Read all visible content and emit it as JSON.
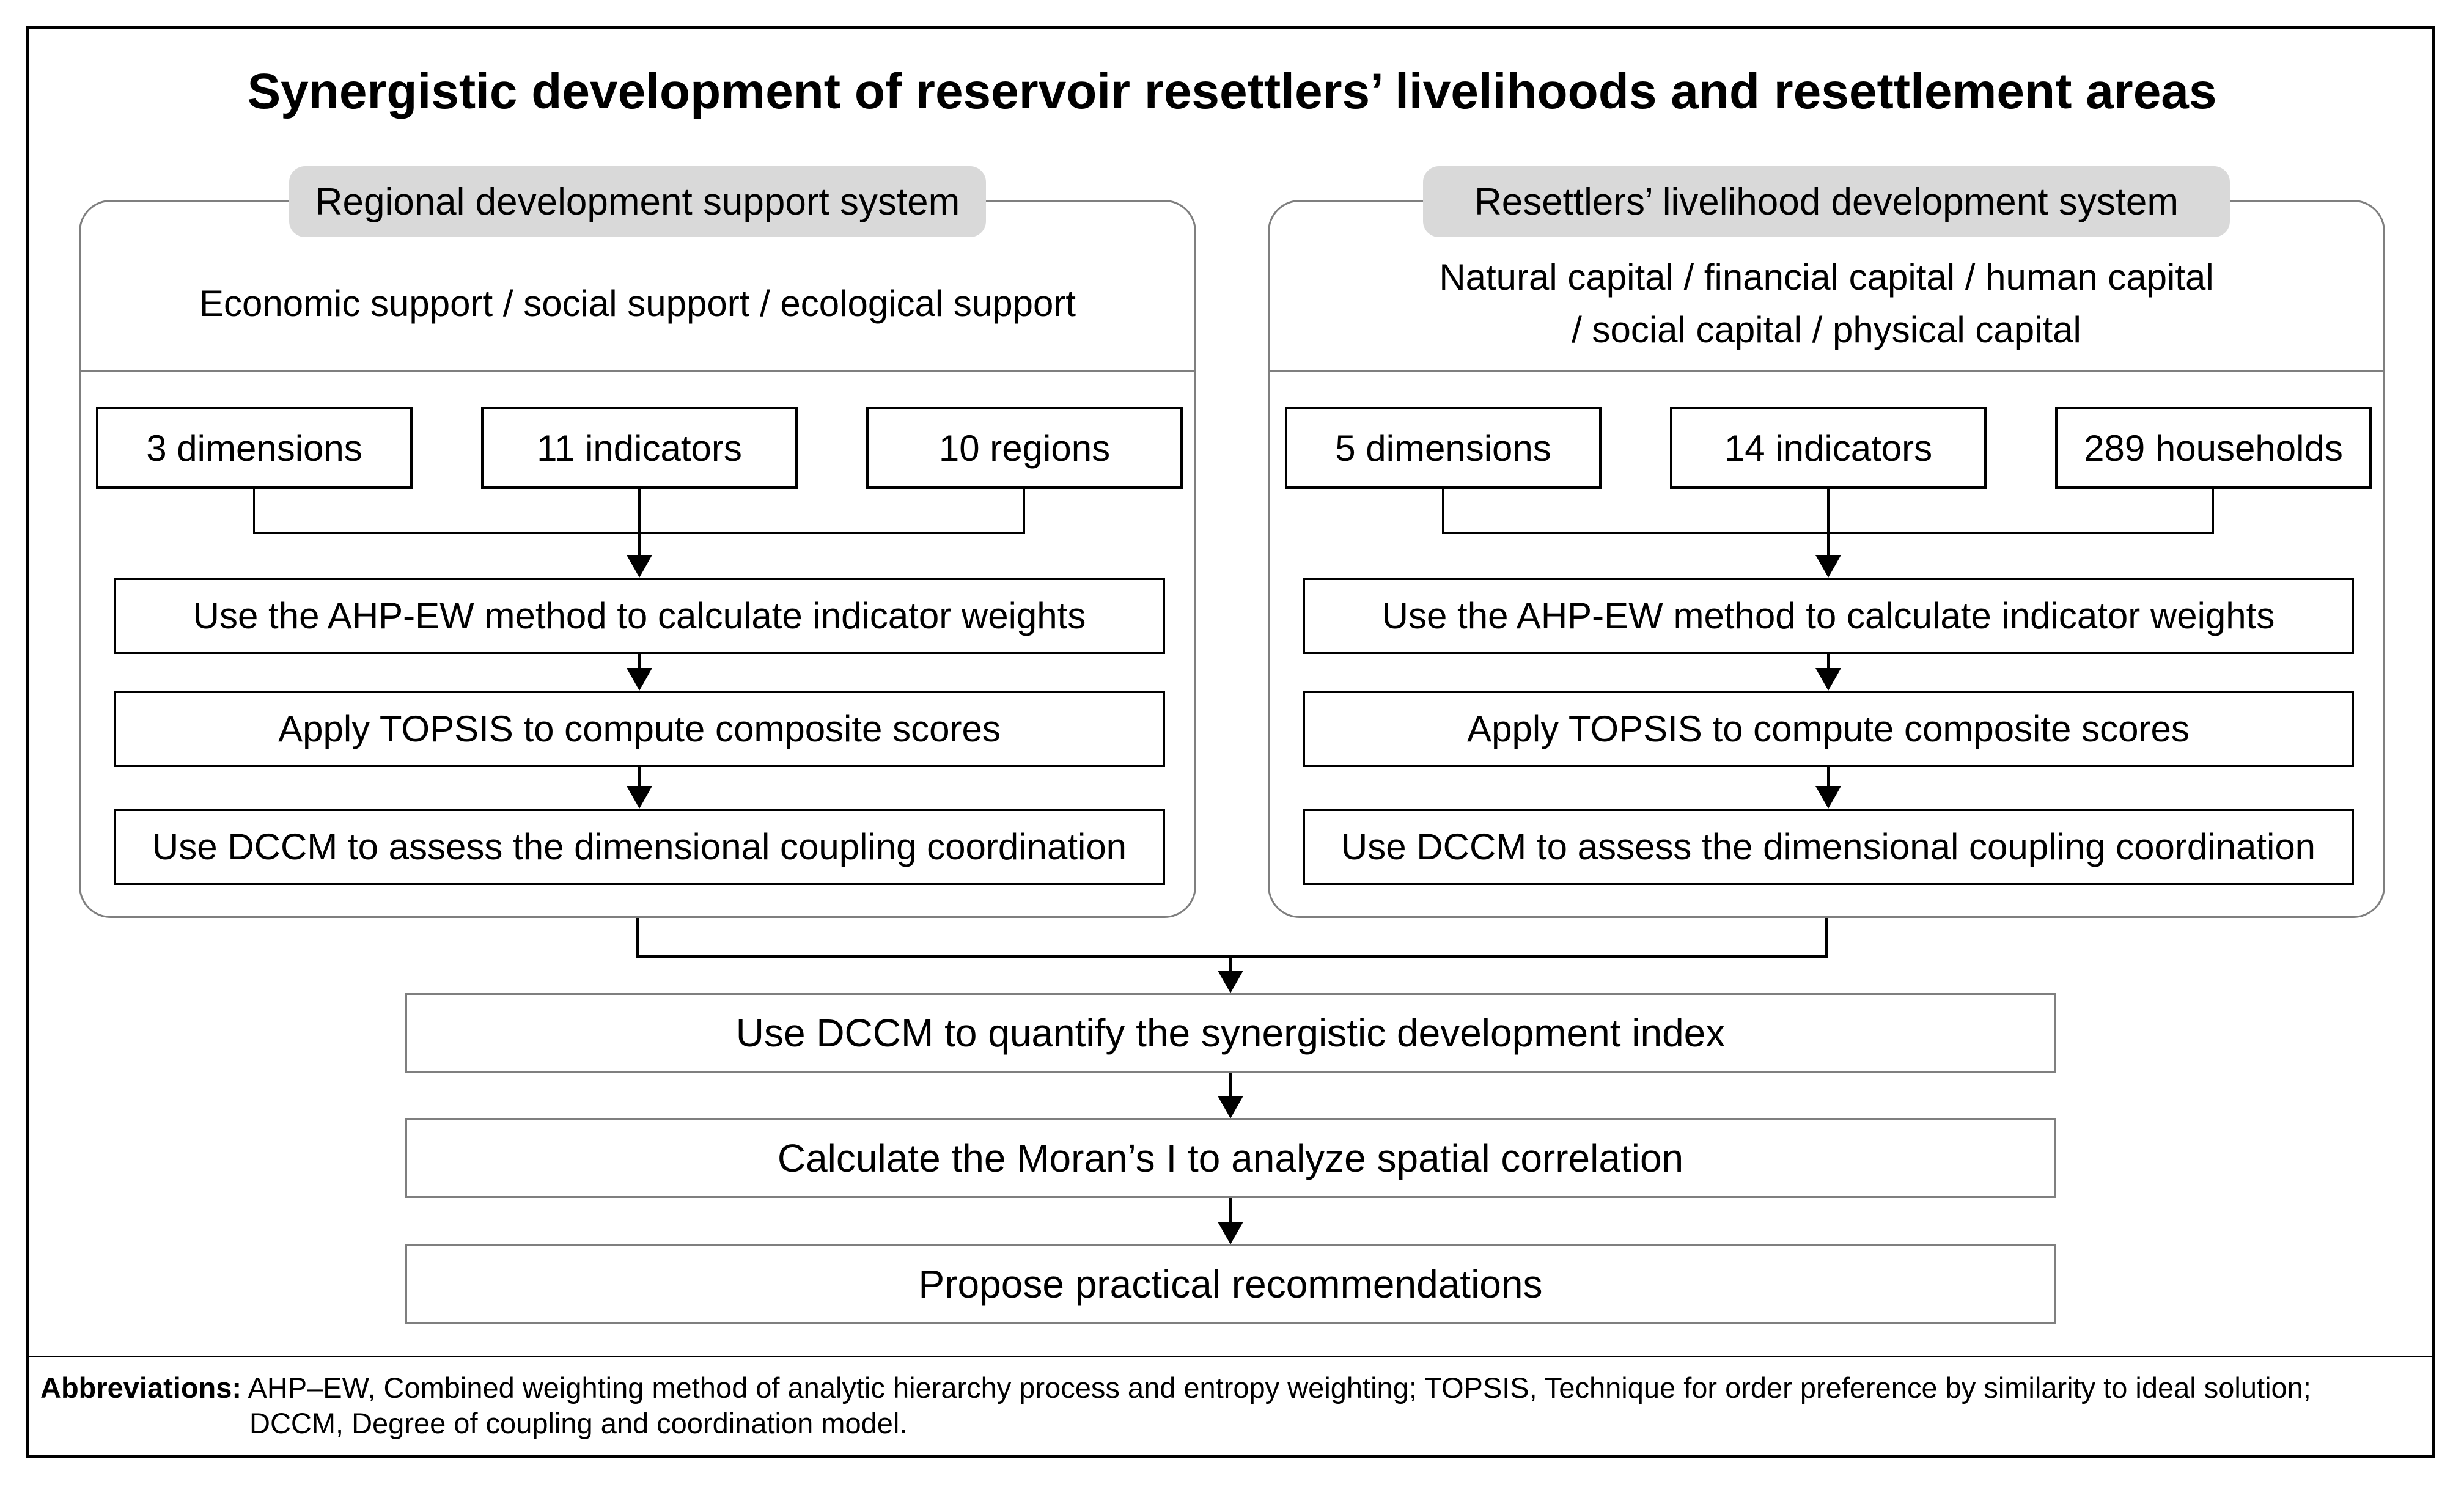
{
  "title": "Synergistic development of reservoir resettlers’ livelihoods and resettlement areas",
  "panels": [
    {
      "badge": "Regional development support system",
      "subtitle": [
        "Economic support / social support / ecological support"
      ],
      "small_boxes": [
        "3 dimensions",
        "11 indicators",
        "10 regions"
      ],
      "method_boxes": [
        "Use the AHP-EW method to calculate indicator weights",
        "Apply TOPSIS to compute composite scores",
        "Use DCCM to assess the dimensional coupling coordination"
      ]
    },
    {
      "badge": "Resettlers’ livelihood development system",
      "subtitle": [
        "Natural capital / financial capital / human capital",
        "/ social capital / physical capital"
      ],
      "small_boxes": [
        "5 dimensions",
        "14 indicators",
        "289 households"
      ],
      "method_boxes": [
        "Use the AHP-EW method to calculate indicator weights",
        "Apply TOPSIS to compute composite scores",
        "Use DCCM to assess the dimensional coupling coordination"
      ]
    }
  ],
  "bottom_boxes": [
    "Use DCCM to quantify the synergistic development index",
    "Calculate the Moran’s I to analyze spatial correlation",
    "Propose practical recommendations"
  ],
  "abbreviations": {
    "label": "Abbreviations:",
    "line1": "AHP–EW, Combined weighting method of analytic hierarchy process and entropy weighting; TOPSIS, Technique for order preference by similarity to ideal solution;",
    "line2": "DCCM, Degree of coupling and coordination model."
  },
  "colors": {
    "badge_bg": "#d9d9d9",
    "panel_border": "#7f7f7f",
    "box_border": "#000000",
    "bottom_box_border": "#7f7f7f",
    "line": "#000000"
  }
}
